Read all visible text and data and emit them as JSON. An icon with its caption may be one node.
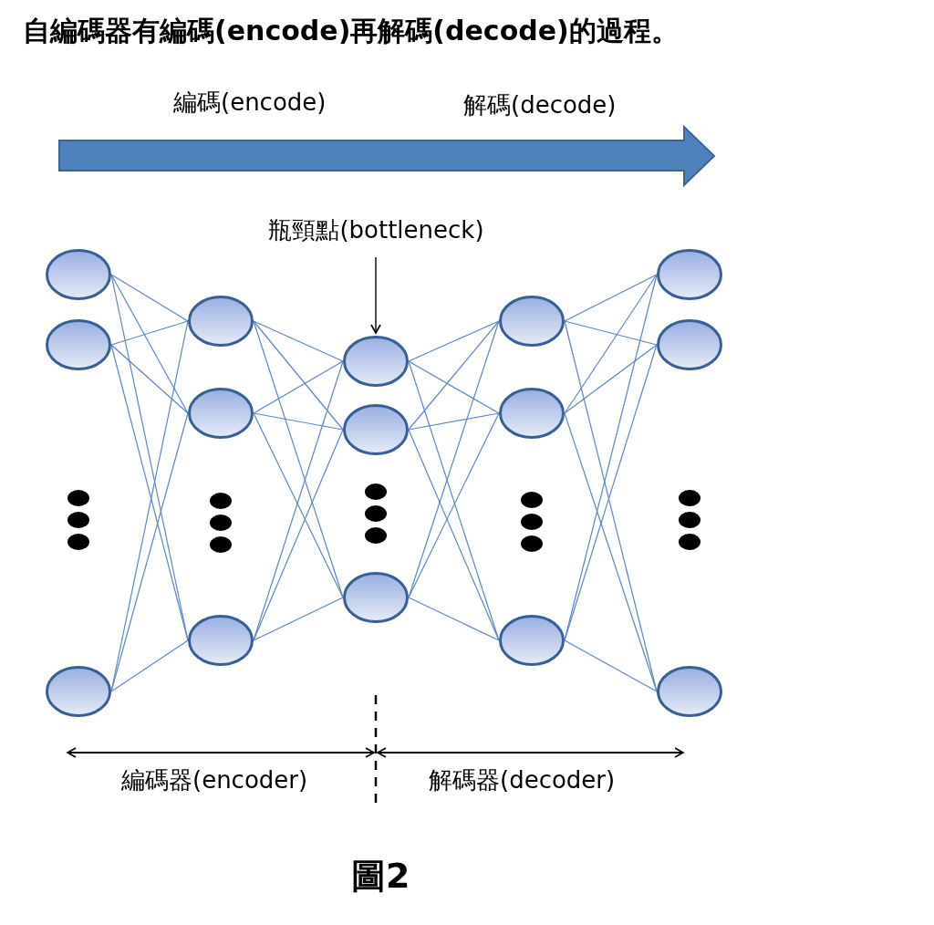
{
  "diagram": {
    "title": "自編碼器有編碼(encode)再解碼(decode)的過程。",
    "caption": "圖2",
    "nodes": [
      {
        "text": [
          "瓶頸點(bottleneck)"
        ]
      },
      {
        "text": [],
        "shape": "circle"
      },
      {
        "text": [],
        "shape": "circle"
      },
      {
        "text": [],
        "shape": "circle"
      },
      {
        "text": [],
        "shape": "circle"
      },
      {
        "text": [],
        "shape": "circle"
      },
      {
        "text": [],
        "shape": "circle"
      },
      {
        "text": [],
        "shape": "circle"
      },
      {
        "text": [],
        "shape": "circle"
      },
      {
        "text": [],
        "shape": "circle"
      },
      {
        "text": [],
        "shape": "circle"
      },
      {
        "text": [],
        "shape": "circle"
      },
      {
        "text": [],
        "shape": "circle"
      },
      {
        "text": [],
        "shape": "circle"
      },
      {
        "text": [],
        "shape": "circle"
      },
      {
        "text": [],
        "shape": "circle"
      }
    ],
    "edges": [
      {
        "from": 0,
        "to": 7,
        "arrow": "to",
        "color": "#000000"
      },
      {
        "from": 1,
        "to": 4,
        "arrow": "none"
      },
      {
        "from": 1,
        "to": 5,
        "arrow": "none"
      },
      {
        "from": 1,
        "to": 6,
        "arrow": "none"
      },
      {
        "from": 2,
        "to": 4,
        "arrow": "none"
      },
      {
        "from": 2,
        "to": 5,
        "arrow": "none"
      },
      {
        "from": 2,
        "to": 6,
        "arrow": "none"
      },
      {
        "from": 3,
        "to": 4,
        "arrow": "none"
      },
      {
        "from": 3,
        "to": 5,
        "arrow": "none"
      },
      {
        "from": 3,
        "to": 6,
        "arrow": "none"
      },
      {
        "from": 4,
        "to": 7,
        "arrow": "none"
      },
      {
        "from": 4,
        "to": 8,
        "arrow": "none"
      },
      {
        "from": 4,
        "to": 9,
        "arrow": "none"
      },
      {
        "from": 5,
        "to": 7,
        "arrow": "none"
      },
      {
        "from": 5,
        "to": 8,
        "arrow": "none"
      },
      {
        "from": 5,
        "to": 9,
        "arrow": "none"
      },
      {
        "from": 6,
        "to": 7,
        "arrow": "none"
      },
      {
        "from": 6,
        "to": 8,
        "arrow": "none"
      },
      {
        "from": 6,
        "to": 9,
        "arrow": "none"
      },
      {
        "from": 7,
        "to": 10,
        "arrow": "none"
      },
      {
        "from": 7,
        "to": 11,
        "arrow": "none"
      },
      {
        "from": 7,
        "to": 12,
        "arrow": "none"
      },
      {
        "from": 8,
        "to": 10,
        "arrow": "none"
      },
      {
        "from": 8,
        "to": 11,
        "arrow": "none"
      },
      {
        "from": 8,
        "to": 12,
        "arrow": "none"
      },
      {
        "from": 9,
        "to": 10,
        "arrow": "none"
      },
      {
        "from": 9,
        "to": 11,
        "arrow": "none"
      },
      {
        "from": 9,
        "to": 12,
        "arrow": "none"
      },
      {
        "from": 10,
        "to": 13,
        "arrow": "none"
      },
      {
        "from": 10,
        "to": 14,
        "arrow": "none"
      },
      {
        "from": 10,
        "to": 15,
        "arrow": "none"
      },
      {
        "from": 11,
        "to": 13,
        "arrow": "none"
      },
      {
        "from": 11,
        "to": 14,
        "arrow": "none"
      },
      {
        "from": 11,
        "to": 15,
        "arrow": "none"
      },
      {
        "from": 12,
        "to": 13,
        "arrow": "none"
      },
      {
        "from": 12,
        "to": 14,
        "arrow": "none"
      },
      {
        "from": 12,
        "to": 15,
        "arrow": "none"
      }
    ],
    "labels": [
      "編碼(encode)",
      "解碼(decode)",
      "編碼器(encoder)",
      "解碼器(decoder)"
    ]
  }
}
